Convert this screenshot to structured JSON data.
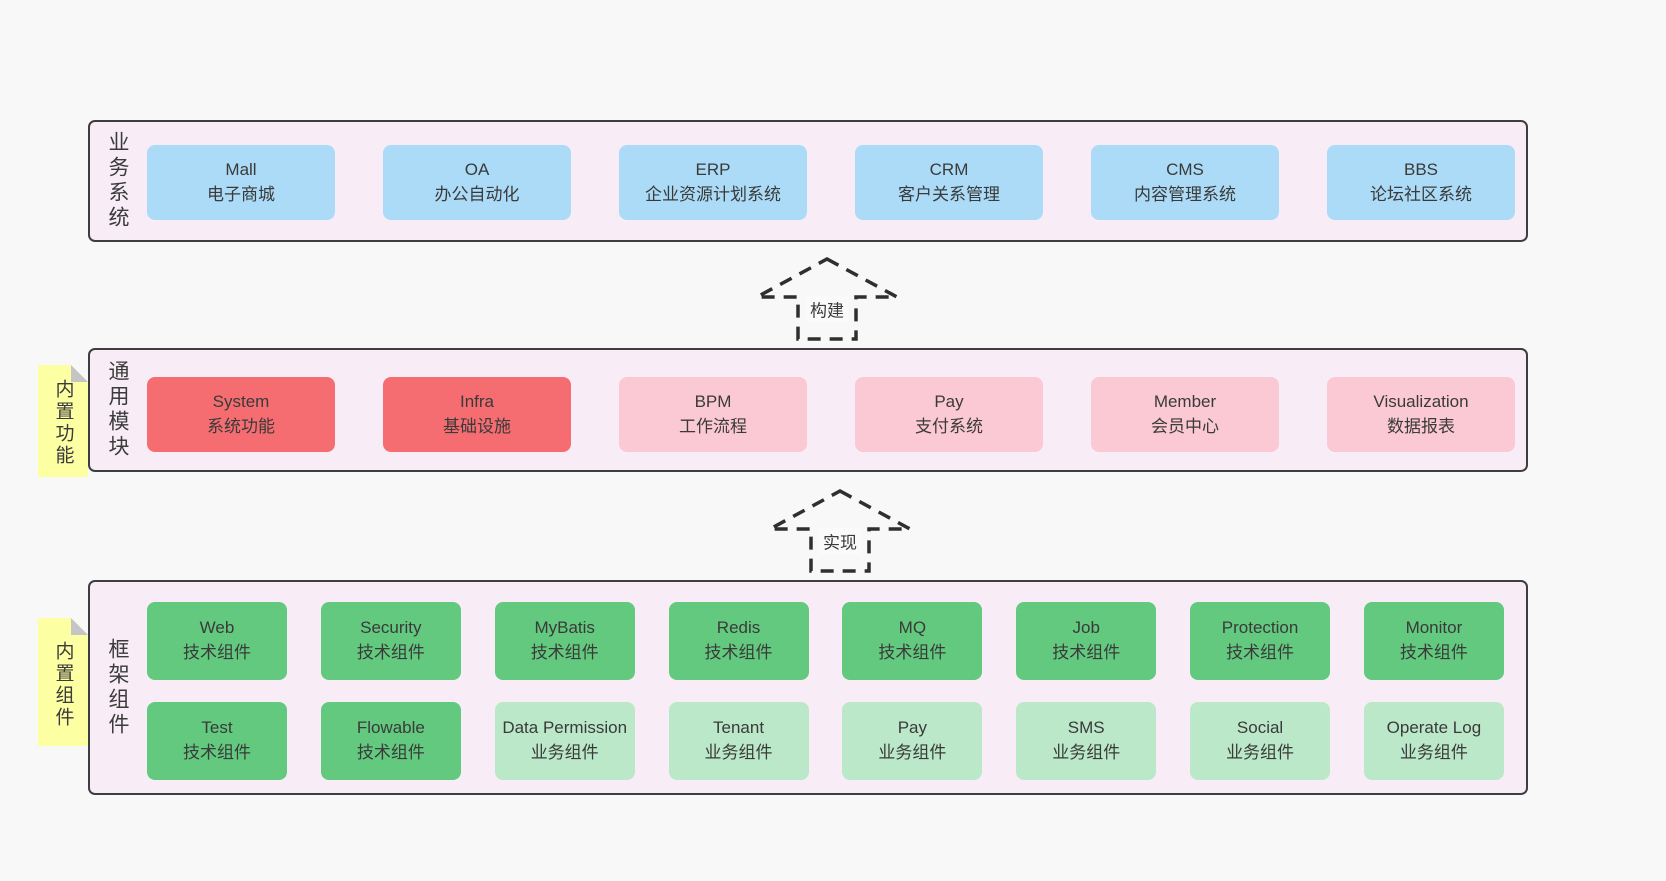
{
  "palette": {
    "page_bg": "#f8f8f8",
    "container_bg": "#f8edf6",
    "container_border": "#3e3e3e",
    "blue": "#abdbf7",
    "red": "#f56d71",
    "pink": "#fbc9d3",
    "green_dark": "#62c97e",
    "green_light": "#bae8c9",
    "sticky_yellow": "#fdffa3",
    "fold_gray": "#c5c5c5",
    "text": "#3a3a3a"
  },
  "arrows": {
    "build": {
      "label": "构建"
    },
    "implement": {
      "label": "实现"
    }
  },
  "sections": {
    "business": {
      "side_label": "业务系统",
      "boxes": [
        {
          "name": "Mall",
          "desc": "电子商城"
        },
        {
          "name": "OA",
          "desc": "办公自动化"
        },
        {
          "name": "ERP",
          "desc": "企业资源计划系统"
        },
        {
          "name": "CRM",
          "desc": "客户关系管理"
        },
        {
          "name": "CMS",
          "desc": "内容管理系统"
        },
        {
          "name": "BBS",
          "desc": "论坛社区系统"
        }
      ]
    },
    "common": {
      "side_label": "通用模块",
      "sticky": "内置功能",
      "boxes": [
        {
          "name": "System",
          "desc": "系统功能"
        },
        {
          "name": "Infra",
          "desc": "基础设施"
        },
        {
          "name": "BPM",
          "desc": "工作流程"
        },
        {
          "name": "Pay",
          "desc": "支付系统"
        },
        {
          "name": "Member",
          "desc": "会员中心"
        },
        {
          "name": "Visualization",
          "desc": "数据报表"
        }
      ]
    },
    "framework": {
      "side_label": "框架组件",
      "sticky": "内置组件",
      "row1": [
        {
          "name": "Web",
          "desc": "技术组件"
        },
        {
          "name": "Security",
          "desc": "技术组件"
        },
        {
          "name": "MyBatis",
          "desc": "技术组件"
        },
        {
          "name": "Redis",
          "desc": "技术组件"
        },
        {
          "name": "MQ",
          "desc": "技术组件"
        },
        {
          "name": "Job",
          "desc": "技术组件"
        },
        {
          "name": "Protection",
          "desc": "技术组件"
        },
        {
          "name": "Monitor",
          "desc": "技术组件"
        }
      ],
      "row2": [
        {
          "name": "Test",
          "desc": "技术组件"
        },
        {
          "name": "Flowable",
          "desc": "技术组件"
        },
        {
          "name": "Data Permission",
          "desc": "业务组件"
        },
        {
          "name": "Tenant",
          "desc": "业务组件"
        },
        {
          "name": "Pay",
          "desc": "业务组件"
        },
        {
          "name": "SMS",
          "desc": "业务组件"
        },
        {
          "name": "Social",
          "desc": "业务组件"
        },
        {
          "name": "Operate Log",
          "desc": "业务组件"
        }
      ]
    }
  }
}
